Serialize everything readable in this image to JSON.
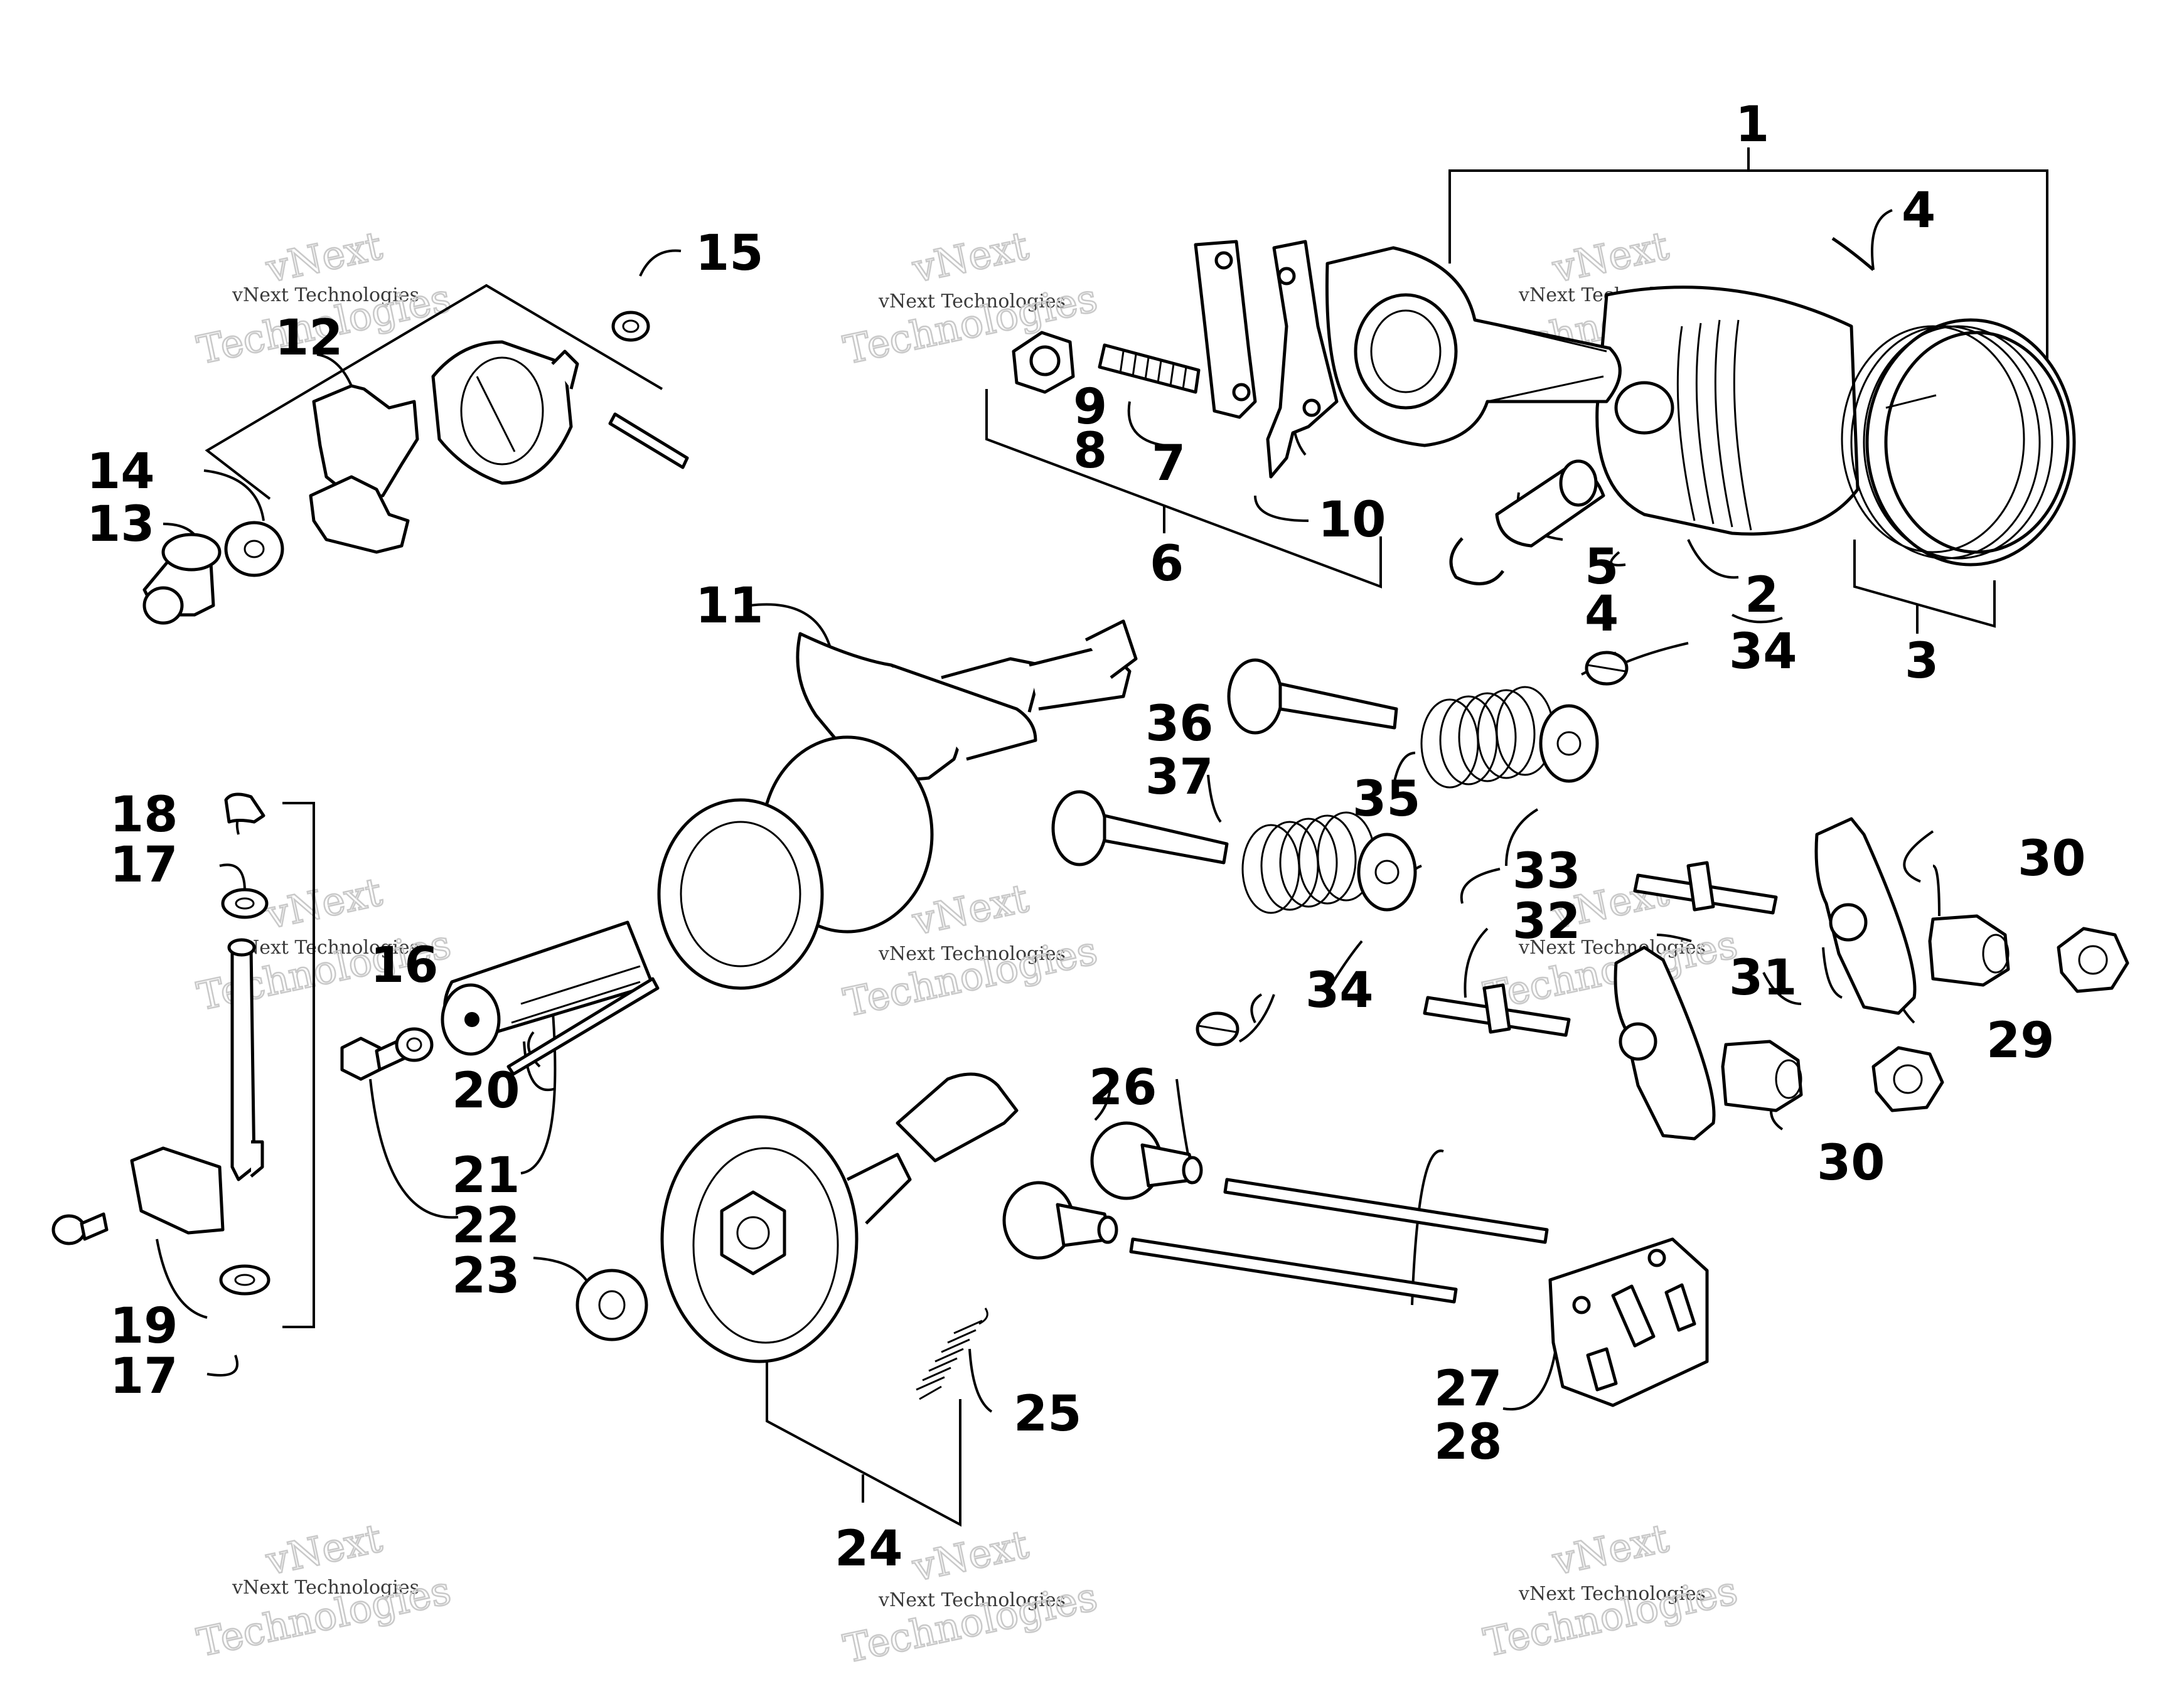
{
  "watermark": {
    "small": "vNext Technologies",
    "big": "Technologies",
    "top": "vNext"
  },
  "labels": {
    "l1": "1",
    "l2": "2",
    "l3": "3",
    "l4a": "4",
    "l4b": "4",
    "l5": "5",
    "l6": "6",
    "l7": "7",
    "l8": "8",
    "l9": "9",
    "l10": "10",
    "l11": "11",
    "l12": "12",
    "l13": "13",
    "l14": "14",
    "l15": "15",
    "l16": "16",
    "l17a": "17",
    "l17b": "17",
    "l18": "18",
    "l19": "19",
    "l20": "20",
    "l21": "21",
    "l22": "22",
    "l23": "23",
    "l24": "24",
    "l25": "25",
    "l26": "26",
    "l27": "27",
    "l28": "28",
    "l29": "29",
    "l30a": "30",
    "l30b": "30",
    "l31": "31",
    "l32": "32",
    "l33": "33",
    "l34a": "34",
    "l34b": "34",
    "l35": "35",
    "l36": "36",
    "l37": "37"
  }
}
